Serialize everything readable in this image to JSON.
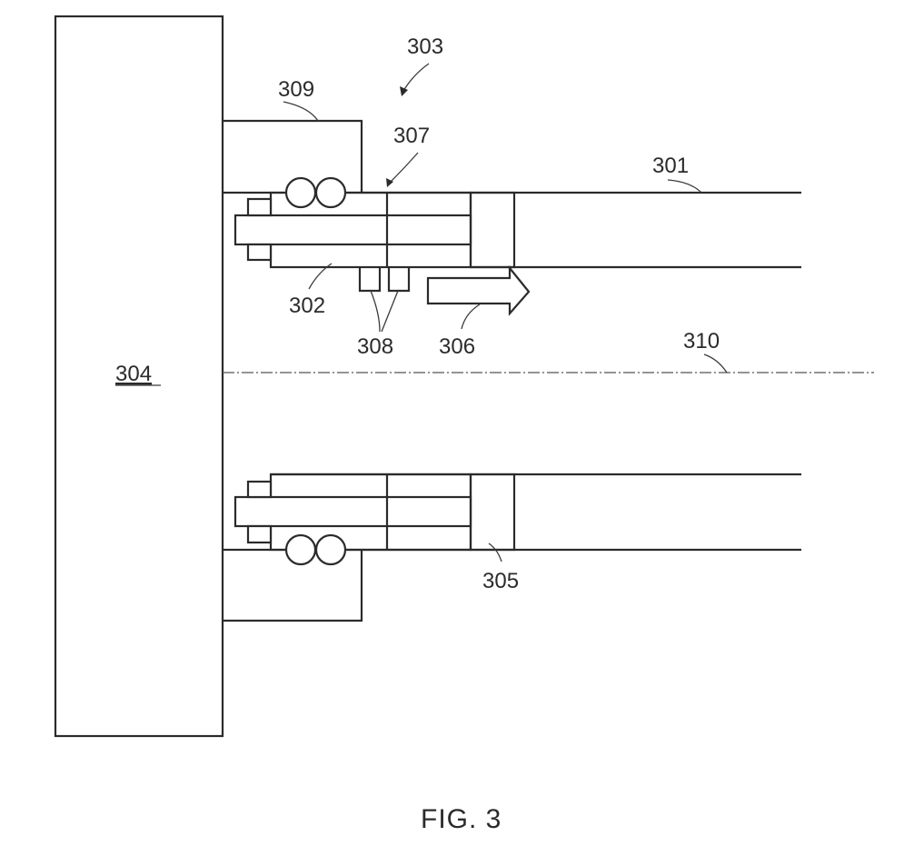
{
  "figure": {
    "caption": "FIG. 3",
    "labels": {
      "ref_301": "301",
      "ref_302": "302",
      "ref_303": "303",
      "ref_304": "304",
      "ref_305": "305",
      "ref_306": "306",
      "ref_307": "307",
      "ref_308": "308",
      "ref_309": "309",
      "ref_310": "310"
    }
  }
}
